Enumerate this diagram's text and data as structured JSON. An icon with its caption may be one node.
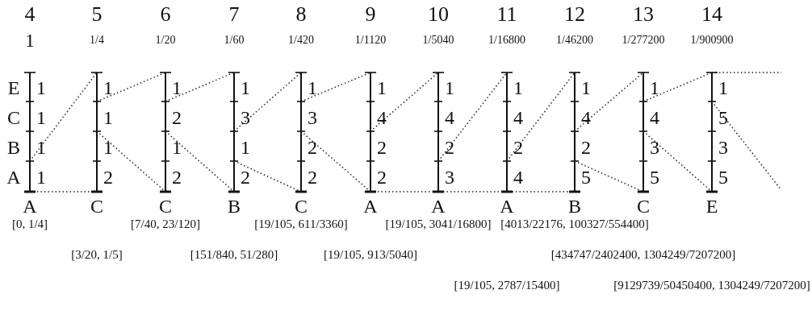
{
  "diagram": {
    "nodes": [
      {
        "text": [],
        "shape": "line"
      },
      {
        "text": [],
        "shape": "line"
      },
      {
        "text": [],
        "shape": "line"
      },
      {
        "text": [],
        "shape": "line"
      },
      {
        "text": [],
        "shape": "line"
      },
      {
        "text": [],
        "shape": "line"
      },
      {
        "text": [],
        "shape": "line"
      },
      {
        "text": [],
        "shape": "line"
      },
      {
        "text": [],
        "shape": "line"
      },
      {
        "text": [],
        "shape": "line"
      },
      {
        "text": [],
        "shape": "line"
      }
    ],
    "edges": [
      {
        "from": 0,
        "to": 1,
        "arrow": "none"
      },
      {
        "from": 0,
        "to": 1,
        "arrow": "none"
      },
      {
        "from": 1,
        "to": 2,
        "arrow": "none"
      },
      {
        "from": 1,
        "to": 2,
        "arrow": "none"
      },
      {
        "from": 2,
        "to": 3,
        "arrow": "none"
      },
      {
        "from": 2,
        "to": 3,
        "arrow": "none"
      },
      {
        "from": 3,
        "to": 4,
        "arrow": "none"
      },
      {
        "from": 3,
        "to": 4,
        "arrow": "none"
      },
      {
        "from": 4,
        "to": 5,
        "arrow": "none"
      },
      {
        "from": 4,
        "to": 5,
        "arrow": "none"
      },
      {
        "from": 5,
        "to": 8,
        "arrow": "none"
      },
      {
        "from": 5,
        "to": 6,
        "arrow": "none"
      },
      {
        "from": 6,
        "to": 7,
        "arrow": "none"
      },
      {
        "from": 7,
        "to": 8,
        "arrow": "none"
      },
      {
        "from": 8,
        "to": 9,
        "arrow": "none"
      },
      {
        "from": 8,
        "to": 9,
        "arrow": "none"
      },
      {
        "from": 9,
        "to": 10,
        "arrow": "none"
      },
      {
        "from": 9,
        "to": 10,
        "arrow": "none"
      },
      {
        "from": 10,
        "to": null,
        "arrow": "none"
      },
      {
        "from": 10,
        "to": null,
        "arrow": "none"
      }
    ],
    "labels": [
      "4",
      "5",
      "6",
      "7",
      "8",
      "9",
      "10",
      "11",
      "12",
      "13",
      "14",
      "1",
      "1/4",
      "1/20",
      "1/60",
      "1/420",
      "1/1120",
      "1/5040",
      "1/16800",
      "1/46200",
      "1/277200",
      "1/900900",
      "E",
      "1",
      "1",
      "1",
      "1",
      "1",
      "1",
      "1",
      "1",
      "1",
      "1",
      "1",
      "C",
      "1",
      "1",
      "2",
      "3",
      "3",
      "4",
      "4",
      "4",
      "4",
      "4",
      "5",
      "B",
      "1",
      "1",
      "1",
      "1",
      "2",
      "2",
      "2",
      "2",
      "2",
      "3",
      "3",
      "A",
      "1",
      "2",
      "2",
      "2",
      "2",
      "2",
      "3",
      "4",
      "5",
      "5",
      "5",
      "A",
      "C",
      "C",
      "B",
      "C",
      "A",
      "A",
      "A",
      "B",
      "C",
      "E",
      "[0, 1/4]",
      "[7/40, 23/120]",
      "[19/105, 611/3360]",
      "[19/105, 3041/16800]",
      "[4013/22176, 100327/554400]",
      "[3/20, 1/5]",
      "[151/840, 51/280]",
      "[19/105, 913/5040]",
      "[434747/2402400, 1304249/7207200]",
      "[19/105, 2787/15400]",
      "[9129739/50450400, 1304249/7207200]"
    ]
  }
}
